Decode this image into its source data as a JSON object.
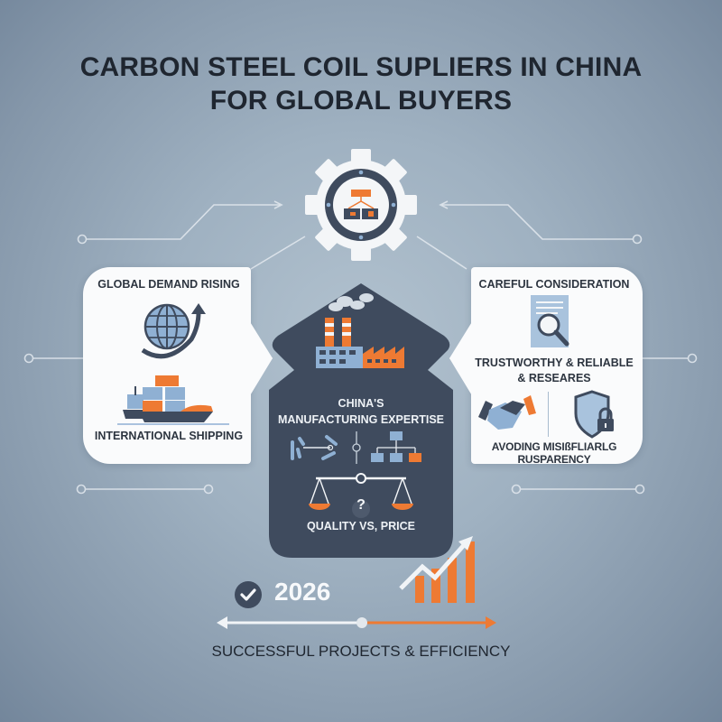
{
  "header": {
    "title_line1": "CARBON STEEL COIL SUPLIERS IN CHINA",
    "title_line2": "FOR GLOBAL BUYERS"
  },
  "top_icon": {
    "name": "gear-with-flowchart-icon"
  },
  "left_card": {
    "heading": "GLOBAL DEMAND RISING",
    "icon_top": "globe-with-arrow-icon",
    "icon_bottom": "cargo-ship-icon",
    "footer": "INTERNATIONAL SHIPPING"
  },
  "center_panel": {
    "icon_top": "factory-icon",
    "heading_line1": "CHINA'S",
    "heading_line2": "MANUFACTURING EXPERTISE",
    "icons_mid": [
      "process-links-icon",
      "org-chart-icon"
    ],
    "icon_bottom": "balance-scale-icon",
    "question_mark": "?",
    "footer": "QUALITY VS, PRICE"
  },
  "right_card": {
    "heading": "CAREFUL CONSIDERATION",
    "icon_top": "document-magnifier-icon",
    "mid_line1": "TRUSTWORTHY & RELIABLE",
    "mid_line2": "& RESEARES",
    "icons_bottom": [
      "handshake-icon",
      "shield-lock-icon"
    ],
    "footer": "AVODING MISIßFLIARLG RUSPARENCY"
  },
  "timeline": {
    "year": "2026",
    "caption": "SUCCESSFUL PROJECTS & EFFICIENCY"
  },
  "colors": {
    "dark_navy": "#3f4b5e",
    "orange": "#ee7a33",
    "light_blue": "#8fb0d3",
    "card_white": "#fafbfc",
    "text_dark": "#1f2630"
  }
}
